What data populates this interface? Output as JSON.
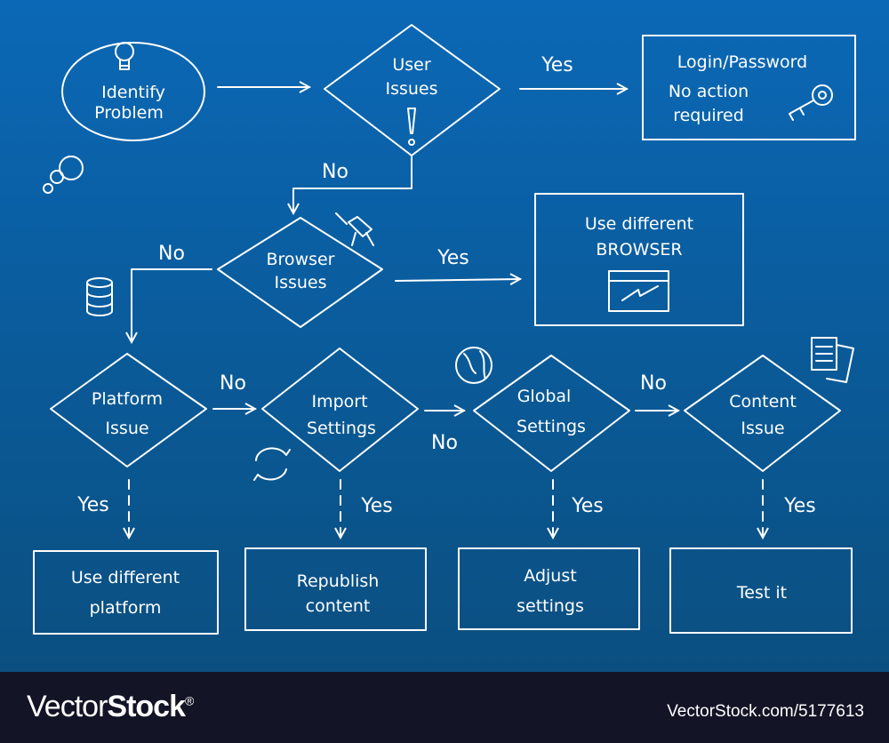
{
  "nodes": {
    "start": [
      "Identify",
      "Problem"
    ],
    "user_issues": [
      "User",
      "Issues"
    ],
    "login": [
      "Login/Password",
      "No action",
      "required"
    ],
    "browser_issues": [
      "Browser",
      "Issues"
    ],
    "use_browser": [
      "Use different",
      "BROWSER"
    ],
    "platform_issue": [
      "Platform",
      "Issue"
    ],
    "import_settings": [
      "Import",
      "Settings"
    ],
    "global_settings": [
      "Global",
      "Settings"
    ],
    "content_issue": [
      "Content",
      "Issue"
    ],
    "use_platform": [
      "Use different",
      "platform"
    ],
    "republish": [
      "Republish",
      "content"
    ],
    "adjust": [
      "Adjust",
      "settings"
    ],
    "test": [
      "Test it"
    ]
  },
  "edges": {
    "yes": "Yes",
    "no": "No"
  },
  "footer": {
    "logo_light": "Vector",
    "logo_bold": "Stock",
    "logo_reg": "®",
    "image_id": "VectorStock.com/5177613"
  }
}
